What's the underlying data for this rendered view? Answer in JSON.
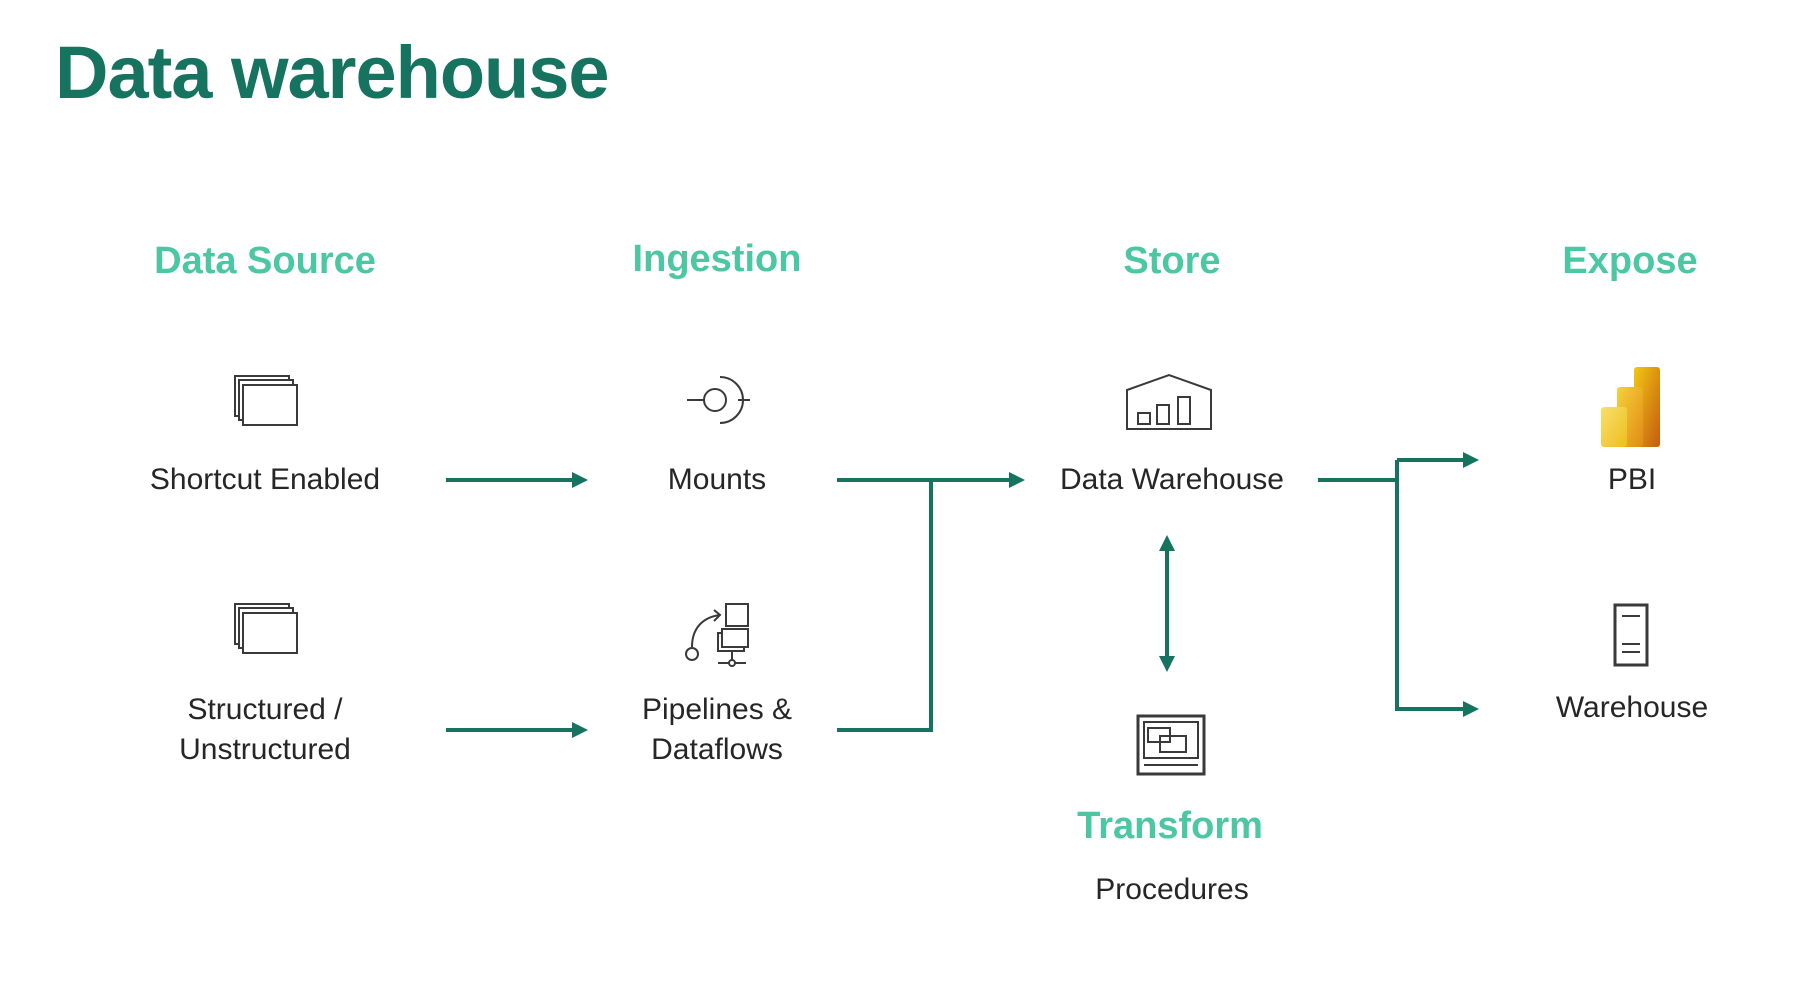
{
  "title": "Data warehouse",
  "columns": {
    "data_source": "Data Source",
    "ingestion": "Ingestion",
    "store": "Store",
    "expose": "Expose"
  },
  "nodes": {
    "shortcut_enabled": "Shortcut Enabled",
    "structured_line1": "Structured /",
    "structured_line2": "Unstructured",
    "mounts": "Mounts",
    "pipelines_line1": "Pipelines &",
    "pipelines_line2": "Dataflows",
    "data_warehouse": "Data Warehouse",
    "transform_header": "Transform",
    "procedures": "Procedures",
    "pbi": "PBI",
    "warehouse": "Warehouse"
  },
  "colors": {
    "title": "#16735f",
    "header": "#4cc7a3",
    "arrow": "#16735f",
    "text": "#262626",
    "icon_stroke": "#3a3a3a"
  },
  "icons": {
    "shortcut_enabled": "stacked-windows-icon",
    "structured": "stacked-windows-icon",
    "mounts": "mount-icon",
    "pipelines": "pipeline-icon",
    "data_warehouse": "warehouse-building-icon",
    "transform": "procedure-window-icon",
    "pbi": "power-bi-icon",
    "warehouse": "server-icon"
  }
}
